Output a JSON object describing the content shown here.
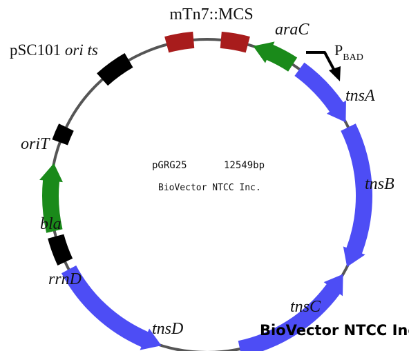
{
  "plasmid": {
    "name": "pGRG25",
    "size": "12549bp",
    "credit": "BioVector NTCC Inc."
  },
  "labels": {
    "mcs": "mTn7::MCS",
    "ori": "pSC101",
    "ori_suffix": "ori ts",
    "araC": "araC",
    "promoter": "P",
    "promoter_sub": "BAD",
    "tnsA": "tnsA",
    "tnsB": "tnsB",
    "tnsC": "tnsC",
    "tnsD": "tnsD",
    "oriT": "oriT",
    "bla": "bla",
    "rrnD": "rrnD"
  },
  "watermark": "BioVector NTCC Inc.",
  "colors": {
    "backbone": "#555555",
    "tns_genes": "#4d4df5",
    "marker_genes": "#1a8a1a",
    "mcs_sites": "#a81c1c",
    "elements": "#000000"
  }
}
